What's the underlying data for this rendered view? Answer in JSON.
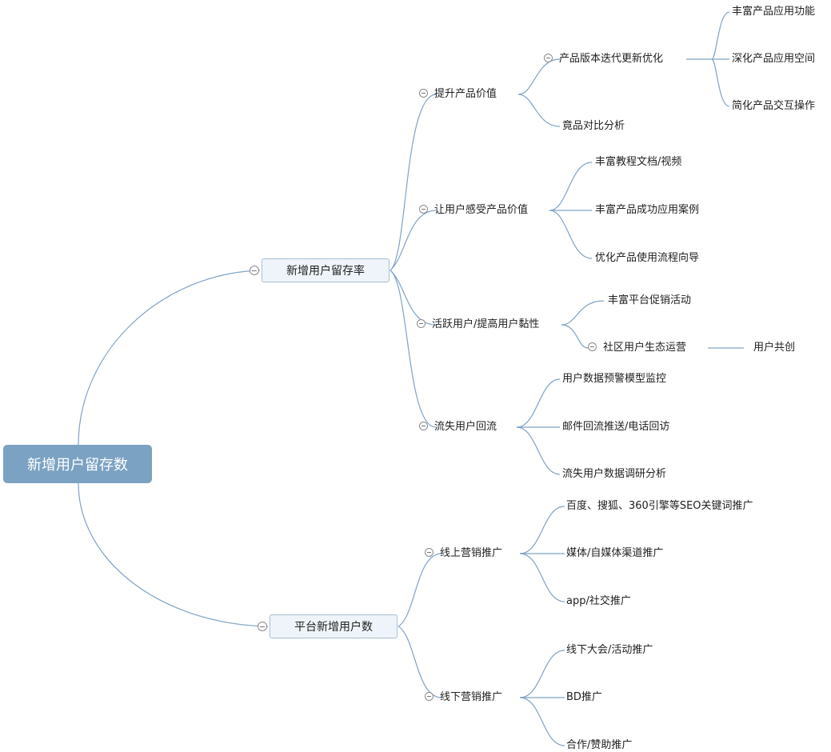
{
  "root": {
    "label": "新增用户留存数"
  },
  "branches": [
    {
      "label": "新增用户留存率",
      "children": [
        {
          "label": "提升产品价值",
          "children": [
            {
              "label": "产品版本迭代更新优化",
              "children": [
                {
                  "label": "丰富产品应用功能"
                },
                {
                  "label": "深化产品应用空间"
                },
                {
                  "label": "简化产品交互操作"
                }
              ]
            },
            {
              "label": "竟品对比分析"
            }
          ]
        },
        {
          "label": "让用户感受产品价值",
          "children": [
            {
              "label": "丰富教程文档/视频"
            },
            {
              "label": "丰富产品成功应用案例"
            },
            {
              "label": "优化产品使用流程向导"
            }
          ]
        },
        {
          "label": "活跃用户/提高用户黏性",
          "children": [
            {
              "label": "丰富平台促销活动"
            },
            {
              "label": "社区用户生态运营",
              "children": [
                {
                  "label": "用户共创"
                }
              ]
            }
          ]
        },
        {
          "label": "流失用户回流",
          "children": [
            {
              "label": "用户数据预警模型监控"
            },
            {
              "label": "邮件回流推送/电话回访"
            },
            {
              "label": "流失用户数据调研分析"
            }
          ]
        }
      ]
    },
    {
      "label": "平台新增用户数",
      "children": [
        {
          "label": "线上营销推广",
          "children": [
            {
              "label": "百度、搜狐、360引擎等SEO关键词推广"
            },
            {
              "label": "媒体/自媒体渠道推广"
            },
            {
              "label": "app/社交推广"
            }
          ]
        },
        {
          "label": "线下营销推广",
          "children": [
            {
              "label": "线下大会/活动推广"
            },
            {
              "label": "BD推广"
            },
            {
              "label": "合作/赞助推广"
            }
          ]
        }
      ]
    }
  ]
}
